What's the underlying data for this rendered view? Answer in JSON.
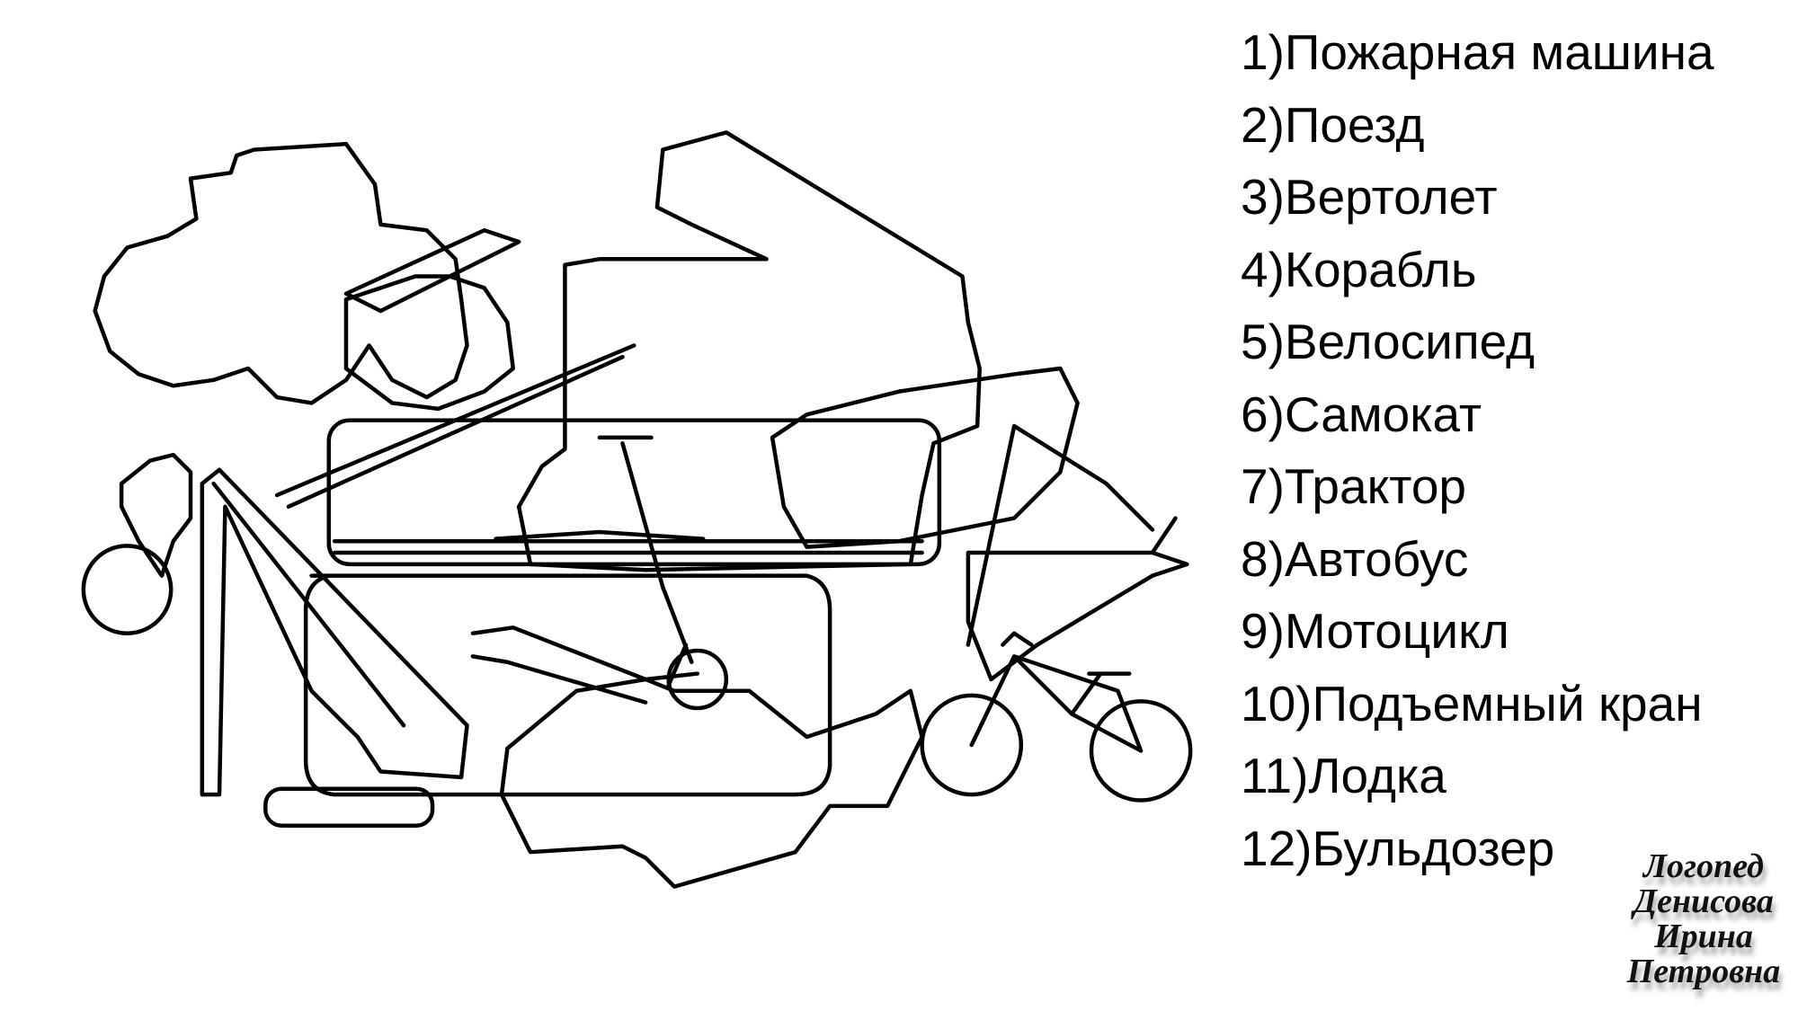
{
  "items": [
    "1)Пожарная машина",
    "2)Поезд",
    "3)Вертолет",
    "4)Корабль",
    "5)Велосипед",
    "6)Самокат",
    "7)Трактор",
    "8)Автобус",
    "9)Мотоцикл",
    "10)Подъемный кран",
    "11)Лодка",
    "12)Бульдозер"
  ],
  "signature": [
    "Логопед",
    "Денисова",
    "Ирина",
    "Петровна"
  ]
}
